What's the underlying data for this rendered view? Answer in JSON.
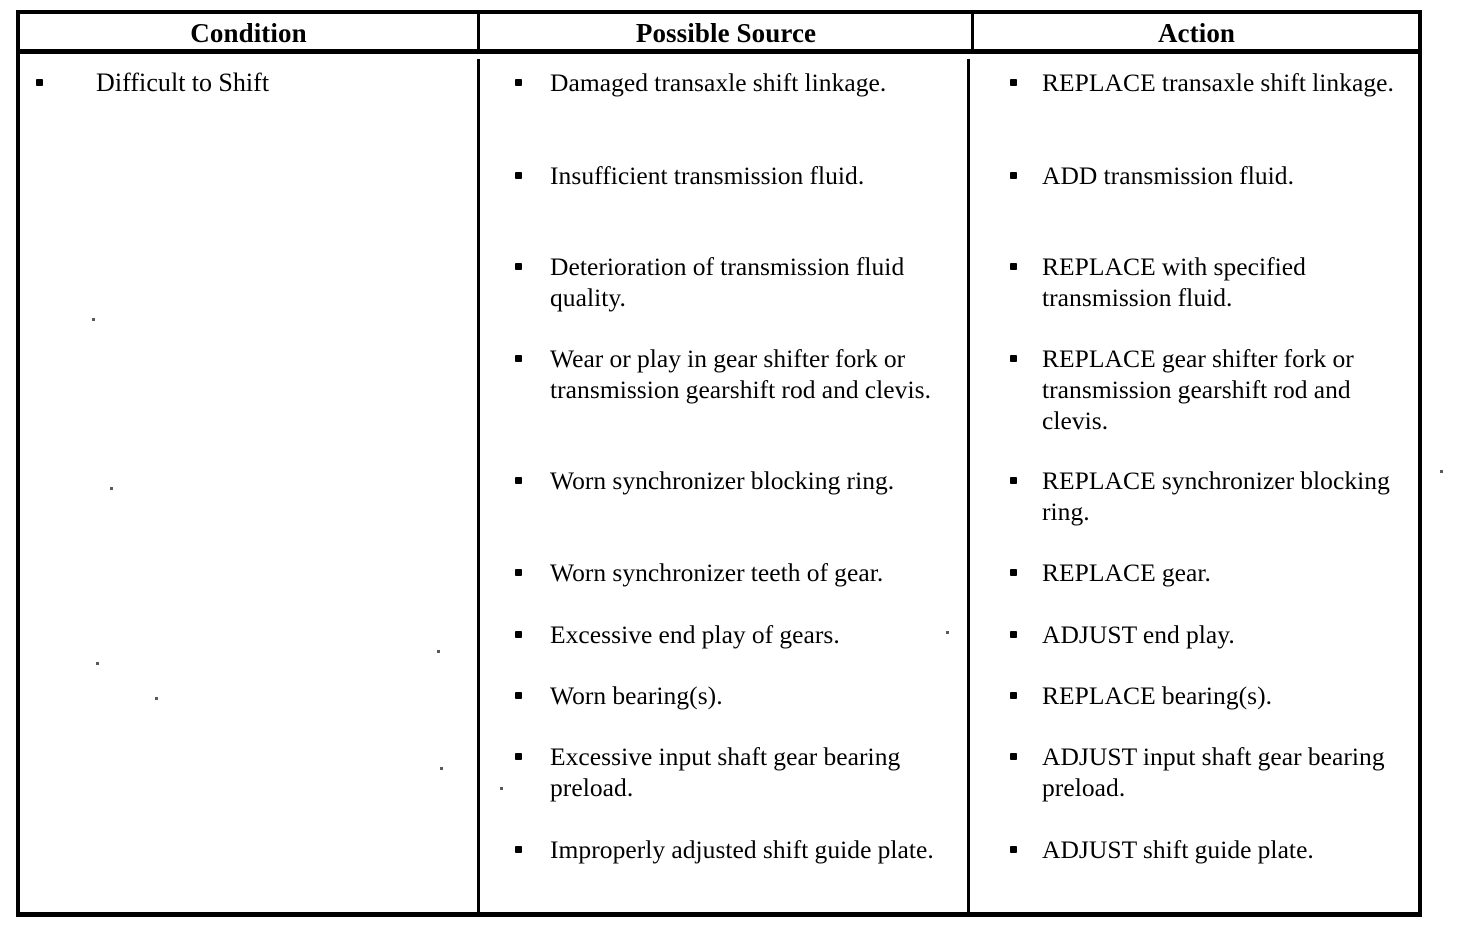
{
  "document": {
    "type": "troubleshooting-table",
    "background_color": "#ffffff",
    "text_color": "#000000"
  },
  "table": {
    "headers": [
      {
        "label": "Condition"
      },
      {
        "label": "Possible Source"
      },
      {
        "label": "Action"
      }
    ],
    "columns": {
      "condition": {
        "items": [
          {
            "text": "Difficult to Shift"
          }
        ]
      },
      "possible_source": {
        "items": [
          {
            "text": "Damaged transaxle shift linkage."
          },
          {
            "text": "Insufficient transmission fluid."
          },
          {
            "text": "Deterioration of transmission fluid quality."
          },
          {
            "text": "Wear or play in gear shifter fork or transmission gearshift rod and clevis."
          },
          {
            "text": "Worn synchronizer blocking ring."
          },
          {
            "text": "Worn synchronizer teeth of gear."
          },
          {
            "text": "Excessive end play of gears."
          },
          {
            "text": "Worn bearing(s)."
          },
          {
            "text": "Excessive input shaft gear bearing preload."
          },
          {
            "text": "Improperly adjusted shift guide plate."
          }
        ]
      },
      "action": {
        "items": [
          {
            "text": "REPLACE transaxle shift linkage."
          },
          {
            "text": "ADD transmission fluid."
          },
          {
            "text": "REPLACE with specified transmission fluid."
          },
          {
            "text": "REPLACE gear shifter fork or transmission gearshift rod and clevis."
          },
          {
            "text": "REPLACE synchronizer blocking ring."
          },
          {
            "text": "REPLACE gear."
          },
          {
            "text": "ADJUST end play."
          },
          {
            "text": "REPLACE bearing(s)."
          },
          {
            "text": "ADJUST input shaft gear bearing preload."
          },
          {
            "text": "ADJUST shift guide plate."
          }
        ]
      }
    }
  }
}
